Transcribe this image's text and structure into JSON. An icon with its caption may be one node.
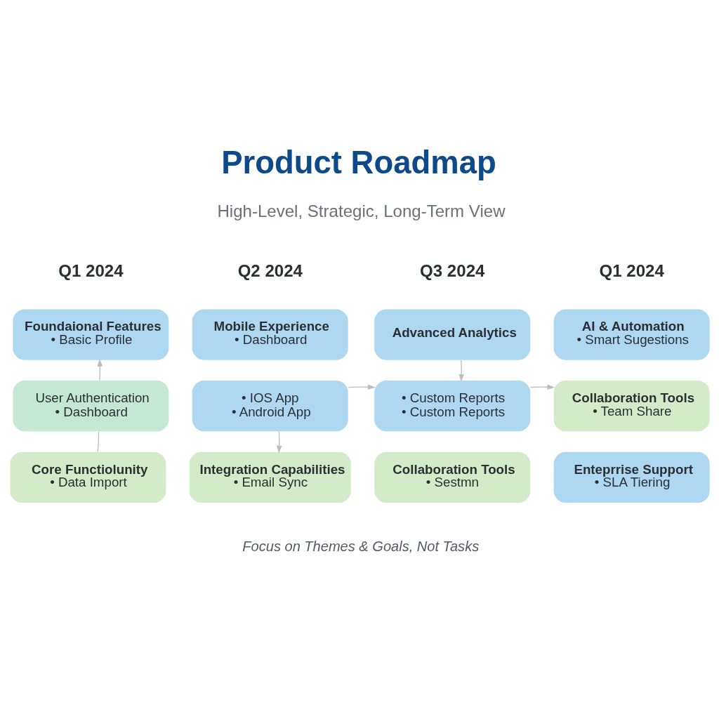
{
  "diagram": {
    "title": "Product Roadmap",
    "caption": "Focus on Themes & Goals, Not Tasks",
    "nodes": [
      {
        "text": [
          "Foundaional Features",
          "• Basic Profile"
        ]
      },
      {
        "text": [
          "User Authentication",
          "• Dashboard"
        ]
      },
      {
        "text": [
          "Core Functiolunity",
          "• Data Import"
        ]
      },
      {
        "text": [
          "Mobile Experience",
          "• Dashboard"
        ]
      },
      {
        "text": [
          "• IOS App",
          "• Android App"
        ]
      },
      {
        "text": [
          "Integration Capabilities",
          "• Email Sync"
        ]
      },
      {
        "text": [
          "Advanced Analytics"
        ]
      },
      {
        "text": [
          "• Custom Reports",
          "• Custom Reports"
        ]
      },
      {
        "text": [
          "Collaboration Tools",
          "• Sestmn"
        ]
      },
      {
        "text": [
          "AI & Automation",
          "• Smart Sugestions"
        ]
      },
      {
        "text": [
          "Collaboration Tools",
          "• Team Share"
        ]
      },
      {
        "text": [
          "Enteprrise Support",
          "• SLA Tiering"
        ]
      }
    ],
    "edges": [
      {
        "from": 1,
        "to": 0,
        "arrow": "to"
      },
      {
        "from": 2,
        "to": 1,
        "arrow": "none"
      },
      {
        "from": 4,
        "to": 5,
        "arrow": "to"
      },
      {
        "from": 4,
        "to": 7,
        "arrow": "to"
      },
      {
        "from": 6,
        "to": 7,
        "arrow": "to"
      },
      {
        "from": 7,
        "to": 10,
        "arrow": "to"
      }
    ],
    "labels": [
      "High-Level, Strategic, Long-Term View",
      "Q1 2024",
      "Q2 2024",
      "Q3 2024",
      "Q1 2024"
    ]
  }
}
